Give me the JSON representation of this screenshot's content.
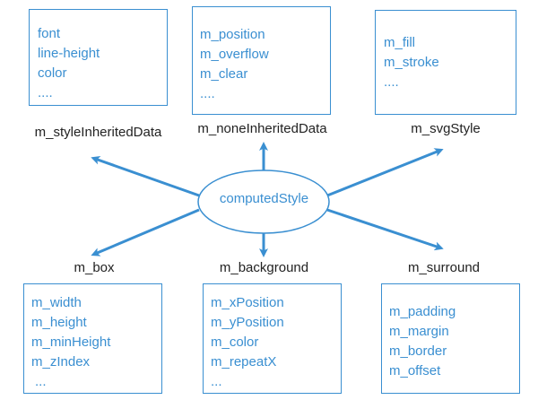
{
  "center": {
    "label": "computedStyle"
  },
  "boxes": {
    "style_inherited": {
      "caption": "m_styleInheritedData",
      "items": [
        "font",
        "line-height",
        "color",
        "...."
      ]
    },
    "none_inherited": {
      "caption": "m_noneInheritedData",
      "items": [
        "m_position",
        "m_overflow",
        "m_clear",
        "...."
      ]
    },
    "svg_style": {
      "caption": "m_svgStyle",
      "items": [
        "m_fill",
        "m_stroke",
        "...."
      ]
    },
    "box": {
      "caption": "m_box",
      "items": [
        "m_width",
        "m_height",
        "m_minHeight",
        "m_zIndex",
        "..."
      ]
    },
    "background": {
      "caption": "m_background",
      "items": [
        "m_xPosition",
        "m_yPosition",
        "m_color",
        "m_repeatX",
        "..."
      ]
    },
    "surround": {
      "caption": "m_surround",
      "items": [
        "m_padding",
        "m_margin",
        "m_border",
        "m_offset"
      ]
    }
  },
  "colors": {
    "accent": "#3a8fd1",
    "text": "#222222"
  }
}
